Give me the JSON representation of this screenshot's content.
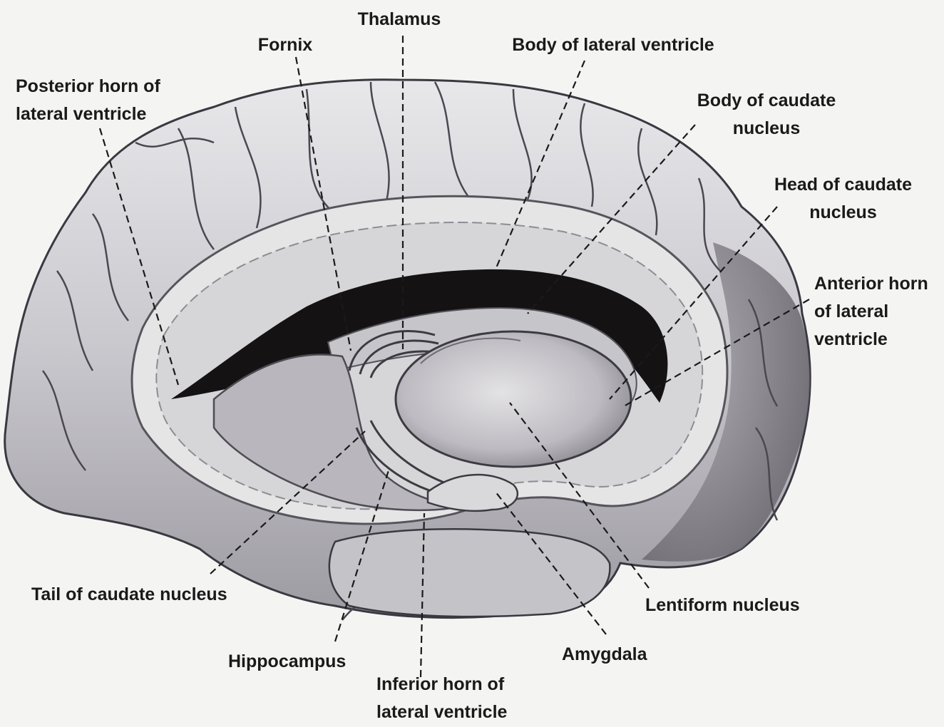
{
  "diagram": {
    "labels": {
      "thalamus": [
        "Thalamus"
      ],
      "fornix": [
        "Fornix"
      ],
      "body_of_lateral_ventricle": [
        "Body of lateral ventricle"
      ],
      "posterior_horn": [
        "Posterior horn of",
        "lateral ventricle"
      ],
      "body_of_caudate": [
        "Body of caudate",
        "nucleus"
      ],
      "head_of_caudate": [
        "Head of caudate",
        "nucleus"
      ],
      "anterior_horn": [
        "Anterior horn",
        "of lateral",
        "ventricle"
      ],
      "tail_of_caudate": [
        "Tail of caudate nucleus"
      ],
      "lentiform": [
        "Lentiform nucleus"
      ],
      "amygdala": [
        "Amygdala"
      ],
      "hippocampus": [
        "Hippocampus"
      ],
      "inferior_horn": [
        "Inferior horn of",
        "lateral ventricle"
      ]
    },
    "colors": {
      "background": "#f4f4f3",
      "cortex_fill": "#cfcfd2",
      "cortex_shadow": "#8e8c93",
      "white_matter": "#e6e5e6",
      "ventricle_dark": "#151214",
      "label_text": "#1a1a1a"
    }
  }
}
